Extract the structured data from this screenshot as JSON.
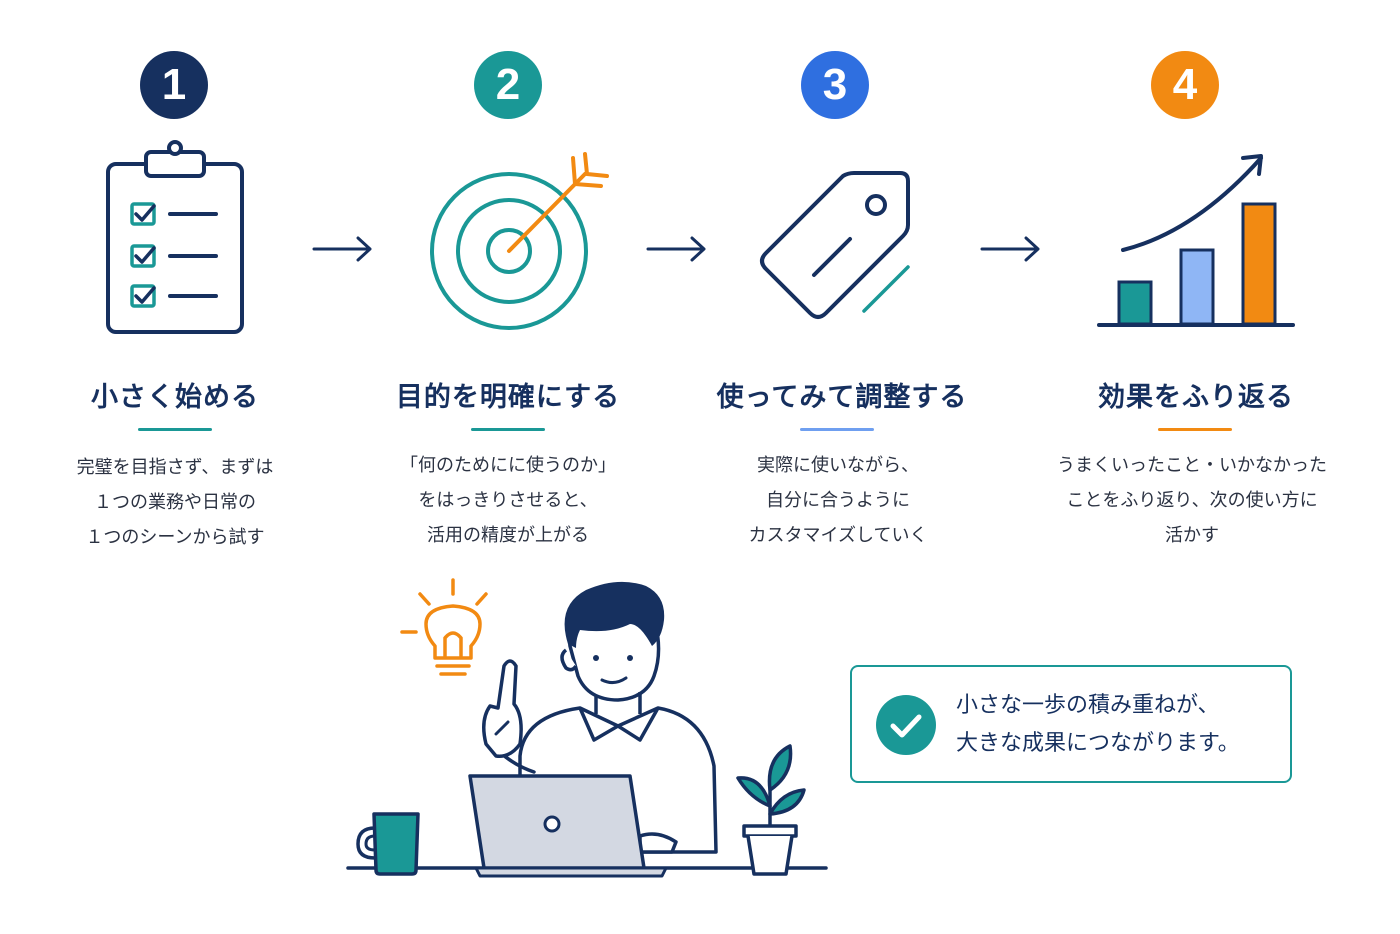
{
  "steps": [
    {
      "number": "1",
      "title": "小さく始める",
      "description": [
        "完璧を目指さず、まずは",
        "１つの業務や日常の",
        "１つのシーンから試す"
      ],
      "color": "#16305f",
      "accent": "#1a9896",
      "icon": "clipboard-checklist-icon"
    },
    {
      "number": "2",
      "title": "目的を明確にする",
      "description": [
        "「何のためにに使うのか」",
        "をはっきりさせると、",
        "活用の精度が上がる"
      ],
      "color": "#1a9896",
      "accent": "#1a9896",
      "icon": "target-arrow-icon"
    },
    {
      "number": "3",
      "title": "使ってみて調整する",
      "description": [
        "実際に使いながら、",
        "自分に合うように",
        "カスタマイズしていく"
      ],
      "color": "#2f6fe0",
      "accent": "#6f9ff0",
      "icon": "tag-icon"
    },
    {
      "number": "4",
      "title": "効果をふり返る",
      "description": [
        "うまくいったこと・いかなかった",
        "ことをふり返り、次の使い方に",
        "活かす"
      ],
      "color": "#f28a12",
      "accent": "#f28a12",
      "icon": "growth-chart-icon"
    }
  ],
  "callout": {
    "lines": [
      "小さな一歩の積み重ねが、",
      "大きな成果につながります。"
    ],
    "icon": "check-circle-icon",
    "color": "#1a9896"
  },
  "illustration": {
    "subject": "person-with-laptop",
    "icons": [
      "lightbulb-icon",
      "mug-icon",
      "plant-icon",
      "laptop-icon"
    ]
  }
}
